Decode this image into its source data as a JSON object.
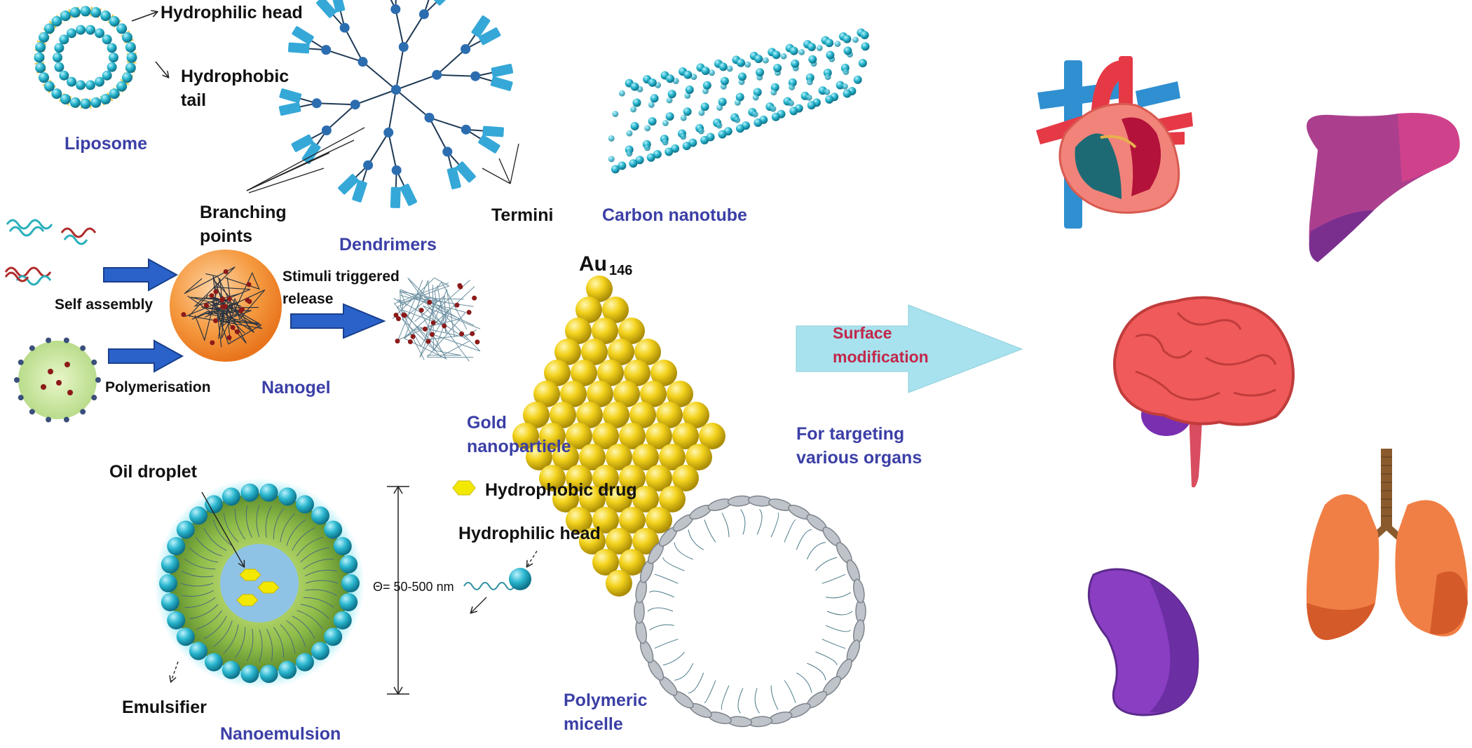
{
  "labels": {
    "hydrophilic_head_top": "Hydrophilic head",
    "hydrophobic_tail_1": "Hydrophobic",
    "hydrophobic_tail_2": "tail",
    "liposome": "Liposome",
    "branching_1": "Branching",
    "branching_2": "points",
    "dendrimers": "Dendrimers",
    "termini": "Termini",
    "carbon_nanotube": "Carbon nanotube",
    "self_assembly": "Self assembly",
    "polymerisation": "Polymerisation",
    "nanogel": "Nanogel",
    "stimuli_1": "Stimuli triggered",
    "stimuli_2": "release",
    "au": "Au",
    "au_sub": "146",
    "gold_1": "Gold",
    "gold_2": "nanoparticle",
    "surface_1": "Surface",
    "surface_2": "modification",
    "targeting_1": "For targeting",
    "targeting_2": "various organs",
    "oil_droplet": "Oil droplet",
    "hydrophobic_drug": "Hydrophobic drug",
    "hydrophilic_head_bottom": "Hydrophilic head",
    "size": "Θ=  50-500 nm",
    "emulsifier": "Emulsifier",
    "nanoemulsion": "Nanoemulsion",
    "micelle_1": "Polymeric",
    "micelle_2": "micelle"
  },
  "colors": {
    "label_blue": "#3b3fa6",
    "label_red": "#c2274a",
    "cyan": "#2ab7cf",
    "gold": "#f3d21c",
    "nanogel_orange": "#f08a2c",
    "arrow_blue": "#2a62c9",
    "surface_arrow": "#a8e2ee"
  },
  "icons": [
    "liposome-icon",
    "dendrimer-icon",
    "carbon-nanotube-icon",
    "nanogel-icon",
    "gold-nanoparticle-icon",
    "nanoemulsion-icon",
    "polymeric-micelle-icon",
    "heart-icon",
    "liver-icon",
    "brain-icon",
    "lungs-icon",
    "spleen-icon"
  ]
}
